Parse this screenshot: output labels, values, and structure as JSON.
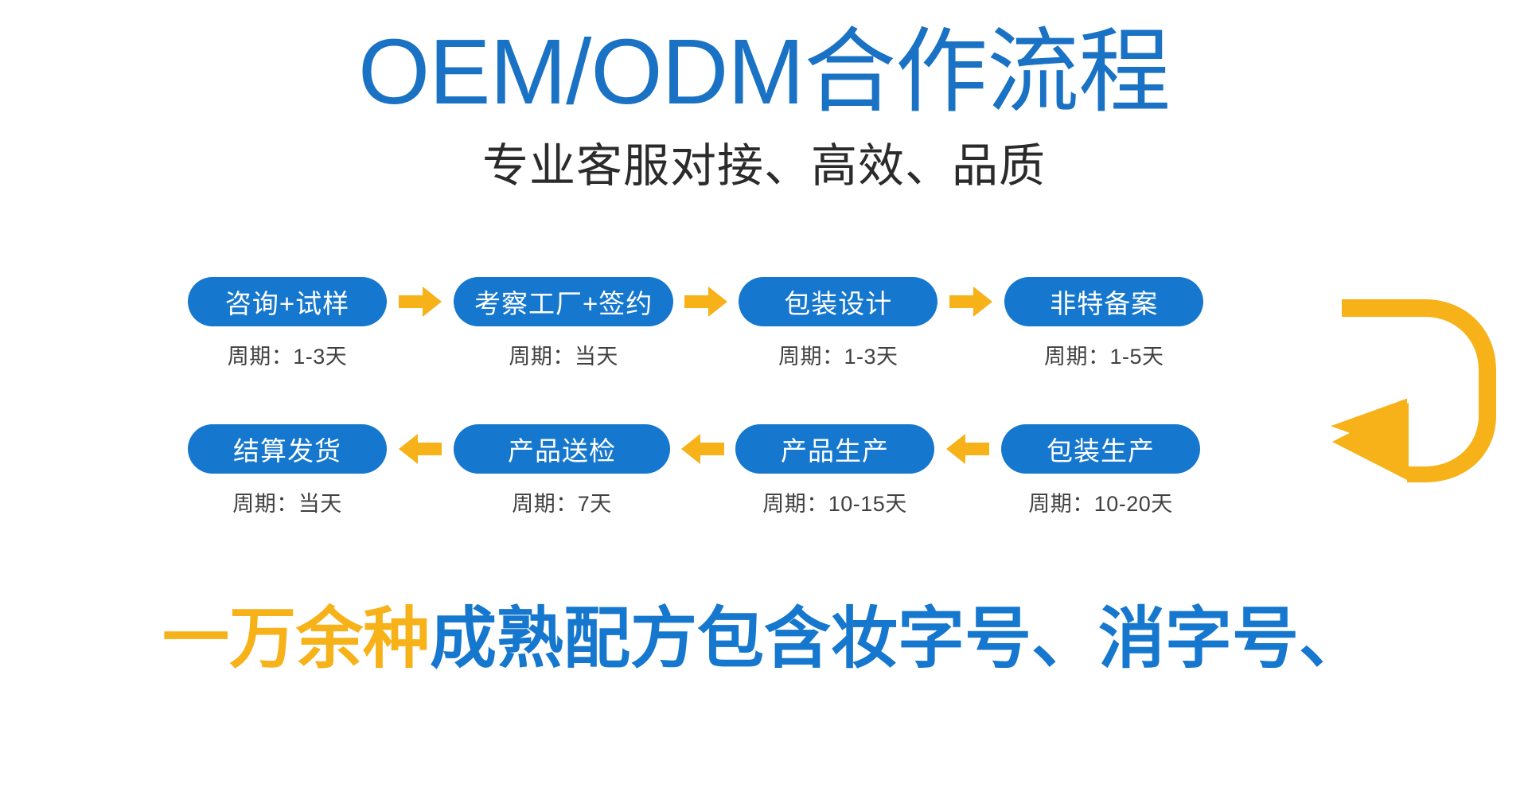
{
  "header": {
    "title": "OEM/ODM合作流程",
    "subtitle": "专业客服对接、高效、品质"
  },
  "colors": {
    "brand_blue": "#1577ce",
    "title_blue": "#1a72c4",
    "accent_orange": "#f6b218",
    "body_text": "#404040",
    "background": "#ffffff"
  },
  "flow": {
    "row1": {
      "direction": "left-to-right",
      "steps": [
        {
          "label": "咨询+试样",
          "period": "周期：1-3天"
        },
        {
          "label": "考察工厂+签约",
          "period": "周期：当天"
        },
        {
          "label": "包装设计",
          "period": "周期：1-3天"
        },
        {
          "label": "非特备案",
          "period": "周期：1-5天"
        }
      ],
      "connectors": [
        {
          "icon": "arrow-right-icon"
        },
        {
          "icon": "arrow-right-icon"
        },
        {
          "icon": "arrow-right-icon"
        }
      ]
    },
    "row2": {
      "direction": "right-to-left",
      "steps": [
        {
          "label": "结算发货",
          "period": "周期：当天"
        },
        {
          "label": "产品送检",
          "period": "周期：7天"
        },
        {
          "label": "产品生产",
          "period": "周期：10-15天"
        },
        {
          "label": "包装生产",
          "period": "周期：10-20天"
        }
      ],
      "connectors": [
        {
          "icon": "arrow-left-icon"
        },
        {
          "icon": "arrow-left-icon"
        },
        {
          "icon": "arrow-left-icon"
        }
      ]
    },
    "wrap_connector": {
      "icon": "u-turn-arrow-icon"
    }
  },
  "slogan": {
    "highlight": "一万余种",
    "rest": "成熟配方包含妆字号、消字号、"
  }
}
